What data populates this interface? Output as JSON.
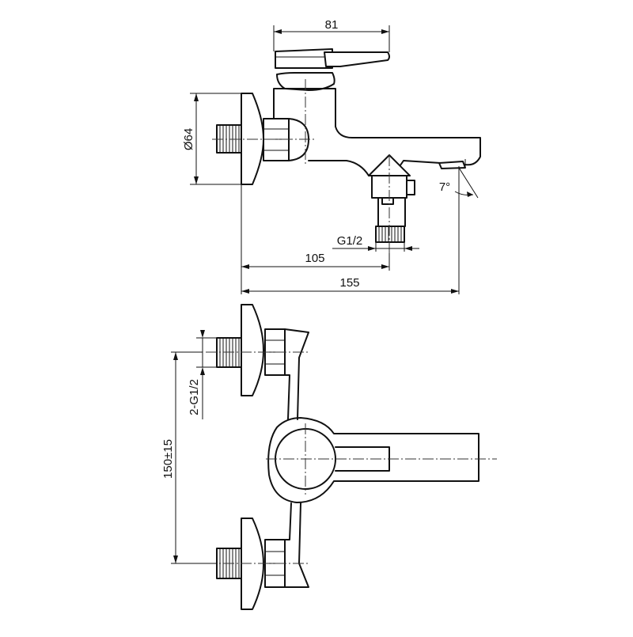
{
  "dimensions": {
    "top_width": "81",
    "flange_diameter": "Ø64",
    "inlet_thread": "G1/2",
    "spout_outlet_offset": "105",
    "overall_length": "155",
    "spout_angle": "7°",
    "inlet_threads_front": "2-G1/2",
    "inlet_spacing": "150±15"
  },
  "colors": {
    "line": "#111111",
    "background": "#ffffff"
  }
}
